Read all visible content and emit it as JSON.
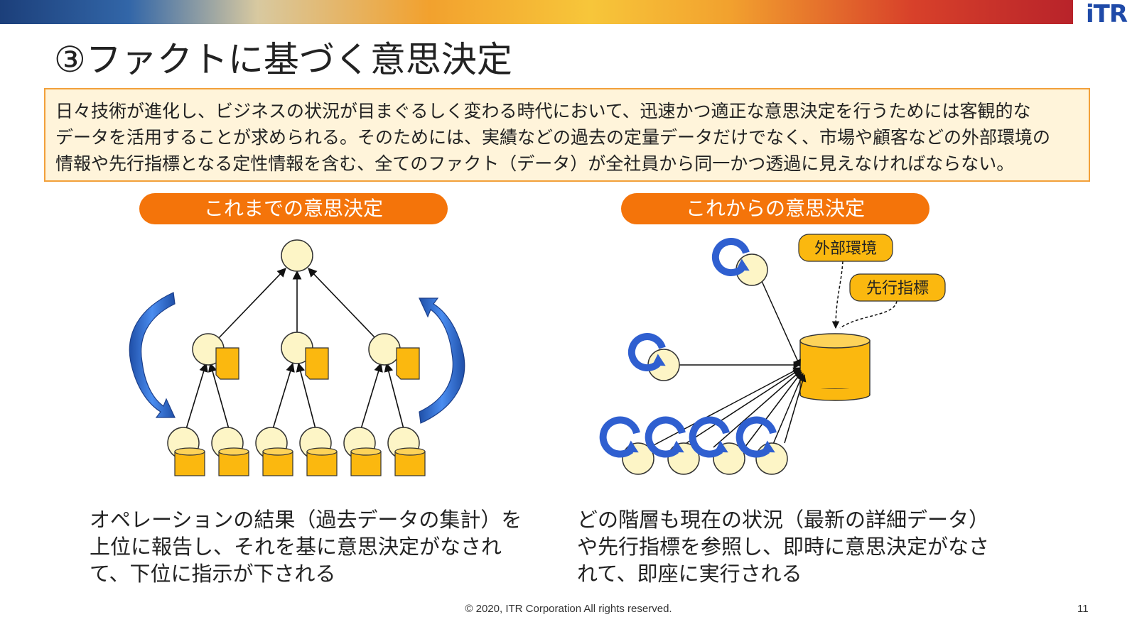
{
  "header": {
    "title": "③ファクトに基づく意思決定",
    "logo_text": "iTR"
  },
  "summary": {
    "line1": "日々技術が進化し、ビジネスの状況が目まぐるしく変わる時代において、迅速かつ適正な意思決定を行うためには客観的な",
    "line2": "データを活用することが求められる。そのためには、実績などの過去の定量データだけでなく、市場や顧客などの外部環境の",
    "line3": "情報や先行指標となる定性情報を含む、全てのファクト（データ）が全社員から同一かつ透過に見えなければならない。"
  },
  "left_panel": {
    "heading": "これまでの意思決定",
    "caption_line1": "オペレーションの結果（過去データの集計）を",
    "caption_line2": "上位に報告し、それを基に意思決定がなされ",
    "caption_line3": "て、下位に指示が下される"
  },
  "right_panel": {
    "heading": "これからの意思決定",
    "tag_external": "外部環境",
    "tag_leading": "先行指標",
    "caption_line1": "どの階層も現在の状況（最新の詳細データ）",
    "caption_line2": "や先行指標を参照し、即時に意思決定がなさ",
    "caption_line3": "れて、即座に実行される"
  },
  "footer": {
    "copyright": "© 2020, ITR Corporation  All rights reserved.",
    "page_number": "11"
  },
  "colors": {
    "accent_orange": "#f4740a",
    "node_fill": "#fdf5c6",
    "database_fill": "#fbb80f",
    "cycle_blue": "#2f5fd0",
    "arrow_blue": "#2d6fd6"
  }
}
